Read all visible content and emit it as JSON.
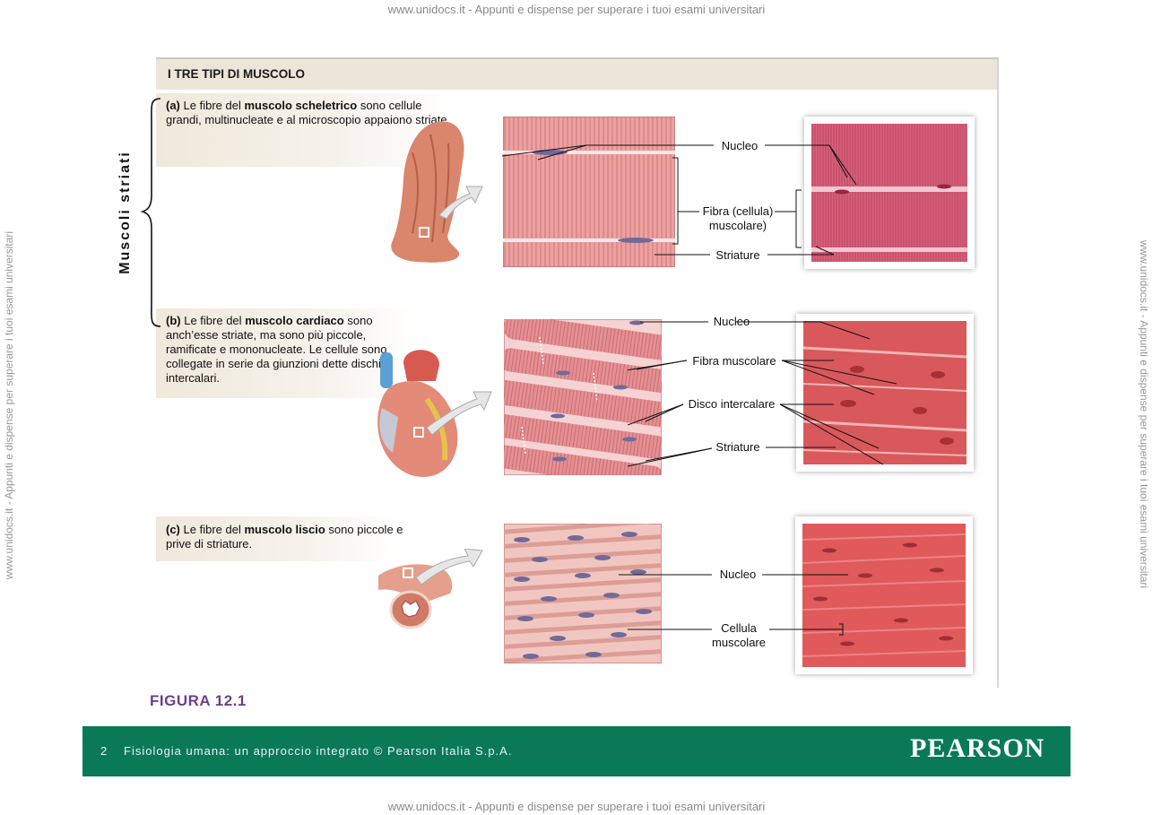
{
  "watermark": {
    "top": "www.unidocs.it - Appunti e dispense per superare i tuoi esami universitari",
    "bottom": "www.unidocs.it - Appunti e dispense per superare i tuoi esami universitari",
    "left": "www.unidocs.it - Appunti e dispense per superare i tuoi esami universitari",
    "right": "www.unidocs.it - Appunti e dispense per superare i tuoi esami universitari"
  },
  "figure": {
    "title": "I TRE TIPI DI MUSCOLO",
    "group_label": "Muscoli striati",
    "caption": "FIGURA 12.1"
  },
  "sections": {
    "a": {
      "label": "(a)",
      "text_pre": "Le fibre del",
      "text_bold": "muscolo scheletrico",
      "text_post": "sono cellule grandi, multinucleate e al microscopio appaiono striate."
    },
    "b": {
      "label": "(b)",
      "text_pre": "Le fibre del",
      "text_bold": "muscolo cardiaco",
      "text_post": "sono anch’esse striate, ma sono più piccole, ramificate e mononucleate. Le cellule sono collegate in serie da giunzioni dette dischi intercalari."
    },
    "c": {
      "label": "(c)",
      "text_pre": "Le fibre del",
      "text_bold": "muscolo liscio",
      "text_post": "sono piccole e prive di striature."
    }
  },
  "annotations": {
    "a_nucleo": "Nucleo",
    "a_fibra": "Fibra (cellula) muscolare)",
    "a_striature": "Striature",
    "b_nucleo": "Nucleo",
    "b_fibra": "Fibra muscolare",
    "b_disco": "Disco intercalare",
    "b_striature": "Striature",
    "c_nucleo": "Nucleo",
    "c_cellula": "Cellula muscolare"
  },
  "footer": {
    "page_number": "2",
    "text": "Fisiologia umana: un approccio integrato © Pearson Italia S.p.A.",
    "logo": "PEARSON"
  },
  "colors": {
    "footer_bg": "#0a7a56",
    "caption": "#6b3f8c",
    "title_bar": "#ece6d8",
    "muscle_pink": "#e58f93",
    "nucleus": "#6f6a9a"
  }
}
